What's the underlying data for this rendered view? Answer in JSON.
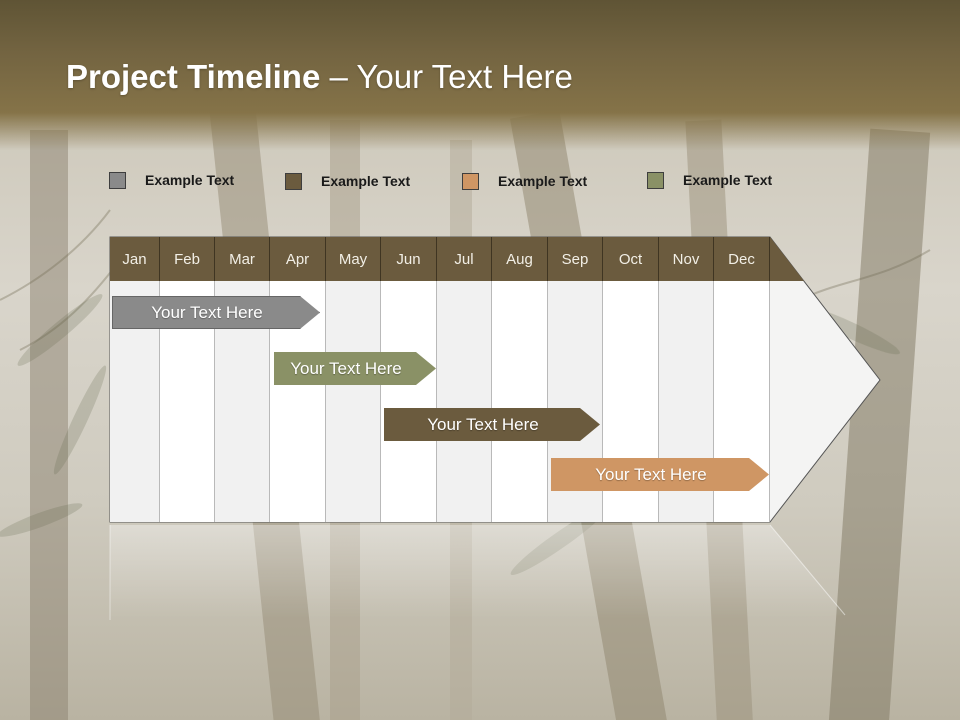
{
  "slide": {
    "title_bold": "Project Timeline",
    "title_rest": " – Your Text Here"
  },
  "legend": [
    {
      "label": "Example Text",
      "color": "#8a8a8a"
    },
    {
      "label": "Example Text",
      "color": "#6b5b3e"
    },
    {
      "label": "Example Text",
      "color": "#cf9664"
    },
    {
      "label": "Example Text",
      "color": "#8a9166"
    }
  ],
  "months": [
    "Jan",
    "Feb",
    "Mar",
    "Apr",
    "May",
    "Jun",
    "Jul",
    "Aug",
    "Sep",
    "Oct",
    "Nov",
    "Dec"
  ],
  "tasks": [
    {
      "label": "Your  Text Here",
      "color": "#8a8a8a"
    },
    {
      "label": "Your  Text Here",
      "color": "#8a9166"
    },
    {
      "label": "Your  Text Here",
      "color": "#6b5b3e"
    },
    {
      "label": "Your  Text Here",
      "color": "#cf9664"
    }
  ]
}
